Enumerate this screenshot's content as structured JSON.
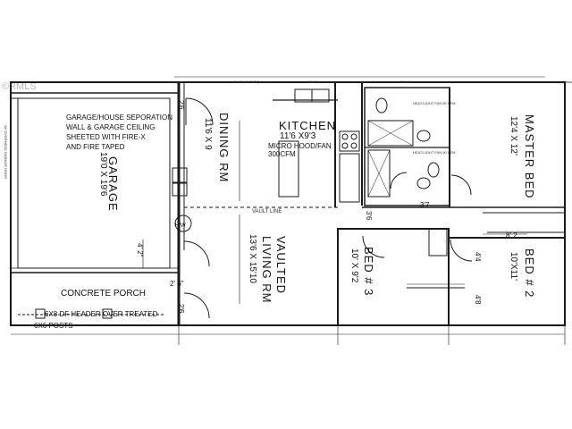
{
  "watermark": "©RMLS",
  "notes": {
    "garage_note": [
      "GARAGE/HOUSE SEPORATION",
      "WALL & GARAGE CEILING",
      "SHEETED WITH FIRE-X",
      "AND FIRE TAPED"
    ],
    "header_note": "6X8 DF HEADER OVER TREATED",
    "posts_note": "6X6 POSTS",
    "vault_line": "VAULT LINE",
    "micro_hood": "MICRO HOOD/FAN",
    "cfm": "300CFM",
    "heat_light_1": "HEAT/LIGHT FAN 90 CFM",
    "heat_light_2": "HEAT/LIGHT FAN 90 CFM",
    "left_side_note": "18' OVERHEAD GARAGE DOOR",
    "patio_note": "SLIDING PATIO",
    "door_tag_top": "28X68L",
    "door_tag_top2": "36X68L"
  },
  "rooms": {
    "garage": {
      "name": "GARAGE",
      "dims": "19'0 X 19'6"
    },
    "dining": {
      "name": "DINING RM",
      "dims": "11'6 X 9"
    },
    "kitchen": {
      "name": "KITCHEN",
      "dims": "11'6 X9'3"
    },
    "living": {
      "name": "VAULTED LIVING RM",
      "name1": "VAULTED",
      "name2": "LIVING RM",
      "dims": "13'6 X 15'10"
    },
    "master": {
      "name": "MASTER BED",
      "dims": "12'4 X 12'"
    },
    "bed2": {
      "name": "BED # 2",
      "dims": "10'X11'"
    },
    "bed3": {
      "name": "BED # 3",
      "dims": "10' X 9'2"
    },
    "porch": {
      "name": "CONCRETE PORCH"
    }
  },
  "dimensions": {
    "d_2_6_top": "2'6",
    "d_4_2": "4' 2\"",
    "d_2_6_mid": "2' 6\"",
    "d_2_6_bot": "2'6",
    "d_3_6": "3'6",
    "d_3_7": "3'7",
    "d_8_2": "8' 2",
    "d_4_4": "4'4",
    "d_4_8": "4'8",
    "hw": "H/W"
  },
  "colors": {
    "line": "#1a1a1a",
    "background": "#ffffff"
  }
}
